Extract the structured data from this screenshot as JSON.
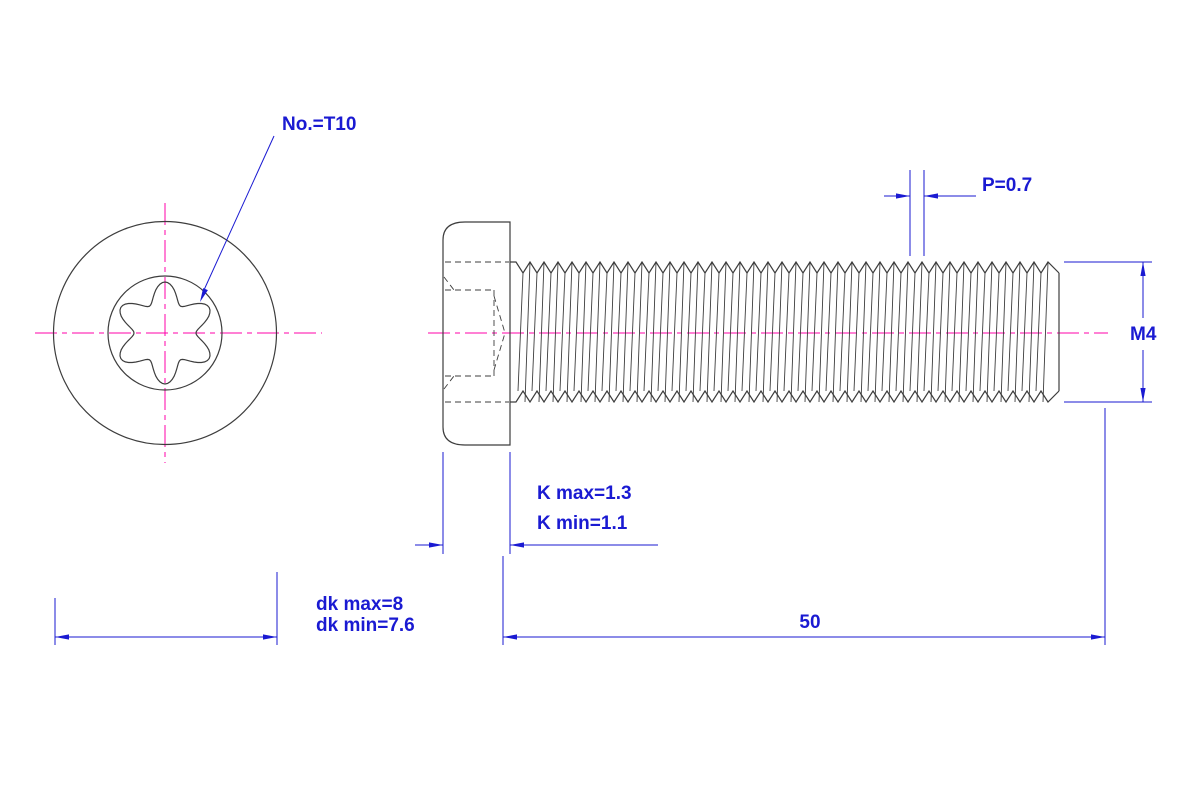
{
  "drawing": {
    "type": "engineering-drawing",
    "subject": "Torx low head screw, front view and side view",
    "labels": {
      "torx_drive": "No.=T10",
      "pitch": "P=0.7",
      "thread_size": "M4",
      "head_height_max": "K max=1.3",
      "head_height_min": "K min=1.1",
      "head_dia_max": "dk max=8",
      "head_dia_min": "dk min=7.6",
      "length": "50"
    },
    "colors": {
      "outline": "#3d3d3d",
      "centerline": "#ff00aa",
      "dimension": "#1a1ad2",
      "background": "#ffffff"
    }
  }
}
